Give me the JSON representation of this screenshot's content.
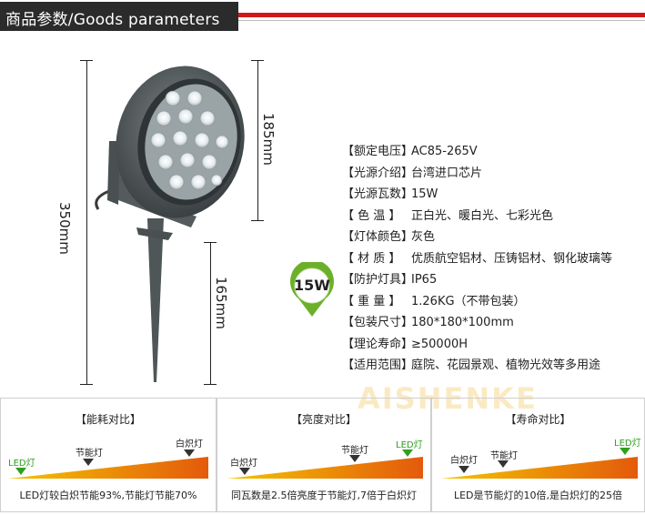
{
  "header": {
    "title": "商品参数/Goods parameters",
    "accent_color": "#d01818"
  },
  "dimensions": {
    "height_total": "350mm",
    "height_head": "185mm",
    "height_stake": "165mm"
  },
  "badge": {
    "text": "15W",
    "color": "#6cb02a"
  },
  "specs": [
    {
      "key": "【额定电压】",
      "value": "AC85-265V"
    },
    {
      "key": "【光源介绍】",
      "value": "台湾进口芯片"
    },
    {
      "key": "【光源瓦数】",
      "value": "15W"
    },
    {
      "key": "【  色    温  】",
      "value": "正白光、暖白光、七彩光色"
    },
    {
      "key": "【灯体颜色】",
      "value": "灰色"
    },
    {
      "key": "【  材    质  】",
      "value": "优质航空铝材、压铸铝材、钢化玻璃等"
    },
    {
      "key": "【防护灯具】",
      "value": "IP65"
    },
    {
      "key": "【  重    量  】",
      "value": "1.26KG（不带包装）"
    },
    {
      "key": "【包装尺寸】",
      "value": "180*180*100mm"
    },
    {
      "key": "【理论寿命】",
      "value": "≥50000H"
    },
    {
      "key": "【适用范围】",
      "value": "庭院、花园景观、植物光效等多用途"
    }
  ],
  "watermark": "AISHENKE",
  "panels": [
    {
      "title": "【能耗对比】",
      "labels": [
        "LED灯",
        "节能灯",
        "白炽灯"
      ],
      "caption": "LED灯较白炽节能93%,节能灯节能70%"
    },
    {
      "title": "【亮度对比】",
      "labels": [
        "白炽灯",
        "节能灯",
        "LED灯"
      ],
      "caption": "同瓦数是2.5倍亮度于节能灯,7倍于白炽灯"
    },
    {
      "title": "【寿命对比】",
      "labels": [
        "白炽灯",
        "节能灯",
        "LED灯"
      ],
      "caption": "LED是节能灯的10倍,是白炽灯的25倍"
    }
  ],
  "colors": {
    "led_green": "#2ea01c",
    "wedge_start": "#f5c400",
    "wedge_end": "#e35a0c",
    "lamp_body": "#5c6466"
  }
}
